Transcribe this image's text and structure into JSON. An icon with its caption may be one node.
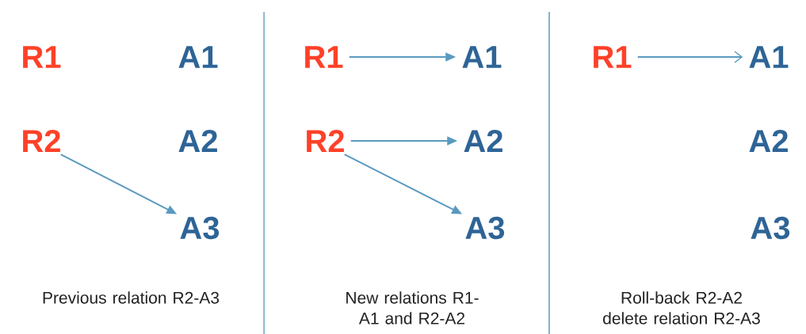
{
  "diagram": {
    "nodes": [
      {
        "text": [
          "R1"
        ]
      },
      {
        "text": [
          "A1"
        ]
      },
      {
        "text": [
          "R2"
        ]
      },
      {
        "text": [
          "A2"
        ]
      },
      {
        "text": [
          "A3"
        ]
      },
      {
        "text": [
          "R1"
        ]
      },
      {
        "text": [
          "A1"
        ]
      },
      {
        "text": [
          "R2"
        ]
      },
      {
        "text": [
          "A2"
        ]
      },
      {
        "text": [
          "A3"
        ]
      },
      {
        "text": [
          "R1"
        ]
      },
      {
        "text": [
          "A1"
        ]
      },
      {
        "text": [
          "A2"
        ]
      },
      {
        "text": [
          "A3"
        ]
      }
    ],
    "edges": [
      {
        "from": 2,
        "to": 4,
        "arrow": "to"
      },
      {
        "from": 5,
        "to": 6,
        "arrow": "to"
      },
      {
        "from": 7,
        "to": 8,
        "arrow": "to"
      },
      {
        "from": 7,
        "to": 9,
        "arrow": "to"
      },
      {
        "from": 10,
        "to": 11,
        "arrow": "to"
      }
    ],
    "labels": [
      "Previous relation R2-A3",
      "New relations R1-A1 and R2-A2",
      "Roll-back R2-A2 delete relation R2-A3"
    ]
  }
}
